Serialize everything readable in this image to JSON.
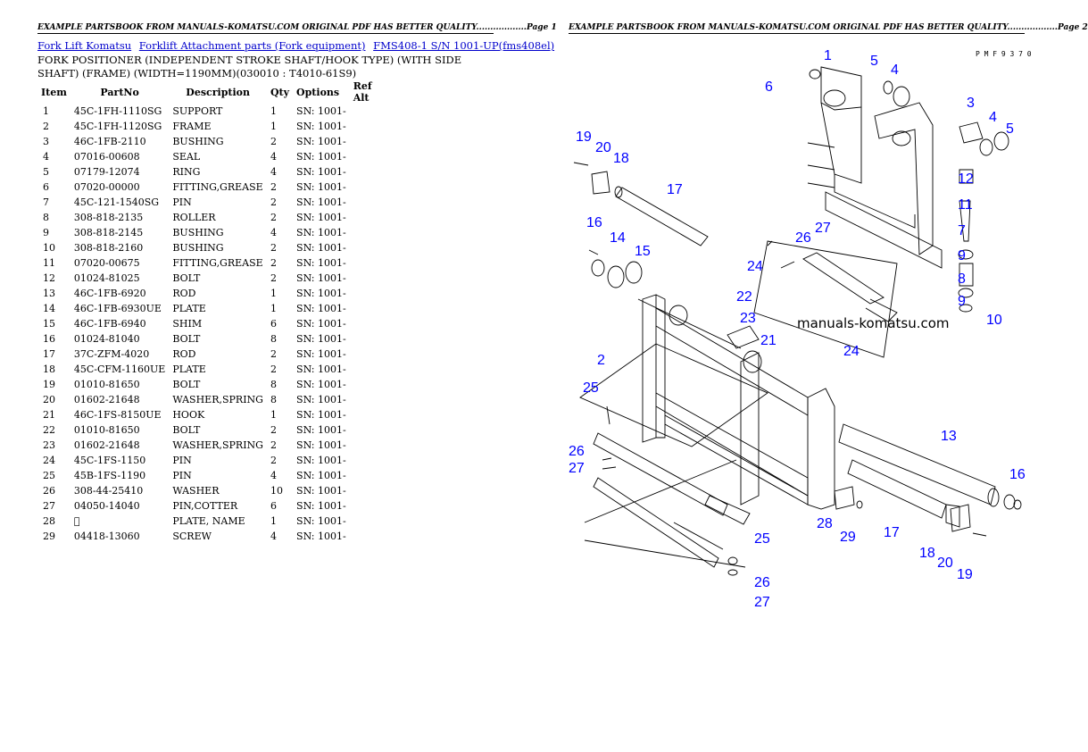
{
  "page1_header": "EXAMPLE PARTSBOOK FROM MANUALS-KOMATSU.COM ORIGINAL PDF HAS BETTER QUALITY..................Page 1",
  "page2_header": "EXAMPLE PARTSBOOK FROM MANUALS-KOMATSU.COM ORIGINAL PDF HAS BETTER QUALITY..................Page 2",
  "breadcrumb": [
    {
      "label": "Fork Lift Komatsu"
    },
    {
      "label": "Forklift Attachment parts (Fork equipment)"
    },
    {
      "label": "FMS408-1 S/N 1001-UP(fms408el)"
    }
  ],
  "title": "FORK POSITIONER (INDEPENDENT STROKE SHAFT/HOOK TYPE) (WITH SIDE SHAFT) (FRAME) (WIDTH=1190MM)(030010 : T4010-61S9)",
  "table": {
    "headers": [
      "Item",
      "PartNo",
      "Description",
      "Qty",
      "Options",
      "Ref Alt"
    ],
    "rows": [
      [
        "1",
        "45C-1FH-1110SG",
        "SUPPORT",
        "1",
        "SN: 1001-",
        ""
      ],
      [
        "2",
        "45C-1FH-1120SG",
        "FRAME",
        "1",
        "SN: 1001-",
        ""
      ],
      [
        "3",
        "46C-1FB-2110",
        "BUSHING",
        "2",
        "SN: 1001-",
        ""
      ],
      [
        "4",
        "07016-00608",
        "SEAL",
        "4",
        "SN: 1001-",
        ""
      ],
      [
        "5",
        "07179-12074",
        "RING",
        "4",
        "SN: 1001-",
        ""
      ],
      [
        "6",
        "07020-00000",
        "FITTING,GREASE",
        "2",
        "SN: 1001-",
        ""
      ],
      [
        "7",
        "45C-121-1540SG",
        "PIN",
        "2",
        "SN: 1001-",
        ""
      ],
      [
        "8",
        "308-818-2135",
        "ROLLER",
        "2",
        "SN: 1001-",
        ""
      ],
      [
        "9",
        "308-818-2145",
        "BUSHING",
        "4",
        "SN: 1001-",
        ""
      ],
      [
        "10",
        "308-818-2160",
        "BUSHING",
        "2",
        "SN: 1001-",
        ""
      ],
      [
        "11",
        "07020-00675",
        "FITTING,GREASE",
        "2",
        "SN: 1001-",
        ""
      ],
      [
        "12",
        "01024-81025",
        "BOLT",
        "2",
        "SN: 1001-",
        ""
      ],
      [
        "13",
        "46C-1FB-6920",
        "ROD",
        "1",
        "SN: 1001-",
        ""
      ],
      [
        "14",
        "46C-1FB-6930UE",
        "PLATE",
        "1",
        "SN: 1001-",
        ""
      ],
      [
        "15",
        "46C-1FB-6940",
        "SHIM",
        "6",
        "SN: 1001-",
        ""
      ],
      [
        "16",
        "01024-81040",
        "BOLT",
        "8",
        "SN: 1001-",
        ""
      ],
      [
        "17",
        "37C-ZFM-4020",
        "ROD",
        "2",
        "SN: 1001-",
        ""
      ],
      [
        "18",
        "45C-CFM-1160UE",
        "PLATE",
        "2",
        "SN: 1001-",
        ""
      ],
      [
        "19",
        "01010-81650",
        "BOLT",
        "8",
        "SN: 1001-",
        ""
      ],
      [
        "20",
        "01602-21648",
        "WASHER,SPRING",
        "8",
        "SN: 1001-",
        ""
      ],
      [
        "21",
        "46C-1FS-8150UE",
        "HOOK",
        "1",
        "SN: 1001-",
        ""
      ],
      [
        "22",
        "01010-81650",
        "BOLT",
        "2",
        "SN: 1001-",
        ""
      ],
      [
        "23",
        "01602-21648",
        "WASHER,SPRING",
        "2",
        "SN: 1001-",
        ""
      ],
      [
        "24",
        "45C-1FS-1150",
        "PIN",
        "2",
        "SN: 1001-",
        ""
      ],
      [
        "25",
        "45B-1FS-1190",
        "PIN",
        "4",
        "SN: 1001-",
        ""
      ],
      [
        "26",
        "308-44-25410",
        "WASHER",
        "10",
        "SN: 1001-",
        ""
      ],
      [
        "27",
        "04050-14040",
        "PIN,COTTER",
        "6",
        "SN: 1001-",
        ""
      ],
      [
        "28",
        "\u0000",
        "PLATE, NAME",
        "1",
        "SN: 1001-",
        ""
      ],
      [
        "29",
        "04418-13060",
        "SCREW",
        "4",
        "SN: 1001-",
        ""
      ]
    ]
  },
  "diagram": {
    "code": "P M F 9 3 7 0",
    "watermark": "manuals-komatsu.com",
    "callouts": [
      "1",
      "5",
      "4",
      "6",
      "3",
      "4",
      "5",
      "19",
      "20",
      "18",
      "12",
      "11",
      "7",
      "17",
      "16",
      "14",
      "15",
      "27",
      "26",
      "9",
      "24",
      "8",
      "9",
      "22",
      "10",
      "23",
      "21",
      "24",
      "2",
      "25",
      "13",
      "26",
      "27",
      "16",
      "28",
      "29",
      "17",
      "18",
      "20",
      "19",
      "25",
      "26",
      "27"
    ],
    "callout_color": "#0000ff"
  }
}
